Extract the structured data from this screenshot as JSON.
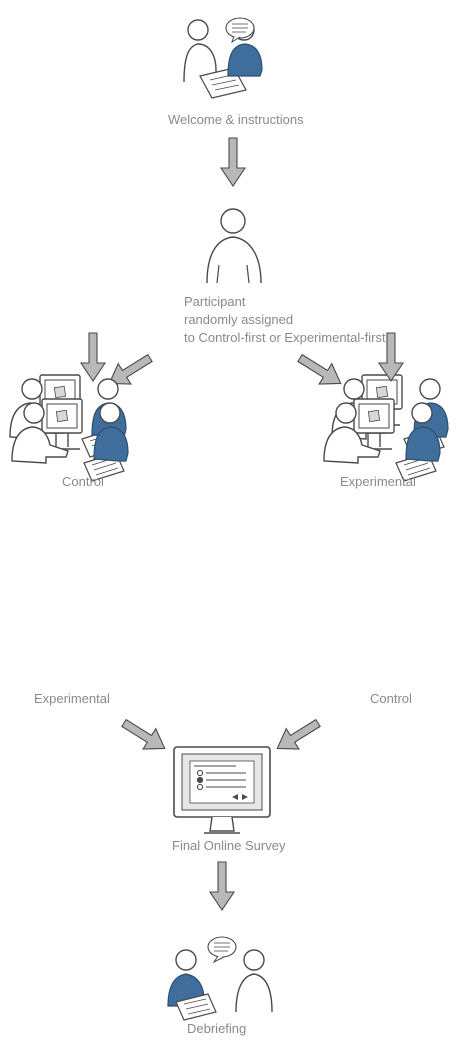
{
  "stages": {
    "welcome": "Welcome  & instructions",
    "participant_lines": [
      "Participant",
      "randomly assigned",
      "to Control-first or Experimental-first"
    ],
    "left_first": "Control",
    "right_first": "Experimental",
    "left_second": "Experimental",
    "right_second": "Control",
    "survey": "Final Online Survey",
    "debriefing": "Debriefing"
  },
  "colors": {
    "line": "#4a4a4a",
    "accent_blue": "#3f6e9c",
    "arrow_fill": "#b8b8b8",
    "label_gray": "#8a8a8a"
  },
  "icons": {
    "welcome": "two-people-talking-icon",
    "participant": "person-icon",
    "session": "person-at-computer-with-observer-icon",
    "survey": "monitor-survey-icon",
    "debriefing": "two-people-talking-icon"
  }
}
